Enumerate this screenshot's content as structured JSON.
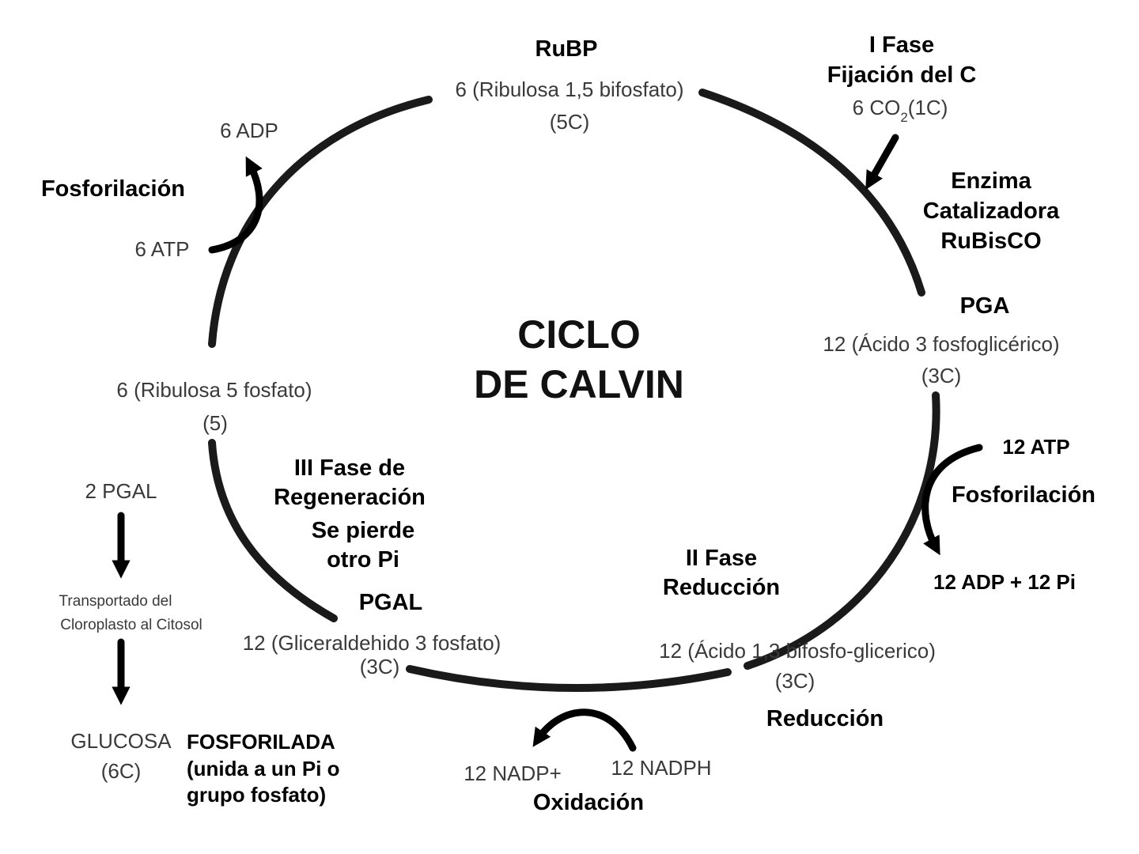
{
  "title": {
    "line1": "CICLO",
    "line2": "DE CALVIN"
  },
  "rubp": {
    "label": "RuBP",
    "name": "6 (Ribulosa 1,5 bifosfato)",
    "carbons": "(5C)"
  },
  "phase1": {
    "line1": "I Fase",
    "line2": "Fijación del C",
    "co2_prefix": "6 CO",
    "co2_sub": "2",
    "co2_suffix": "(1C)"
  },
  "enzyme": {
    "line1": "Enzima",
    "line2": "Catalizadora",
    "line3": "RuBisCO"
  },
  "pga": {
    "label": "PGA",
    "name": "12 (Ácido 3 fosfoglicérico)",
    "carbons": "(3C)"
  },
  "right_phosph": {
    "input": "12 ATP",
    "label": "Fosforilación",
    "output": "12 ADP + 12 Pi"
  },
  "phase2": {
    "line1": "II Fase",
    "line2": "Reducción"
  },
  "bpg": {
    "name": "12 (Ácido 1,3 bifosfo-glicerico)",
    "carbons": "(3C)",
    "label": "Reducción"
  },
  "nadp": {
    "input": "12 NADPH",
    "output": "12 NADP+",
    "label": "Oxidación"
  },
  "pgal": {
    "label": "PGAL",
    "name": "12 (Gliceraldehido 3 fosfato)",
    "carbons": "(3C)"
  },
  "phase3": {
    "line1": "III Fase de",
    "line2": "Regeneración",
    "line3": "Se pierde",
    "line4": "otro Pi"
  },
  "ru5p": {
    "name": "6 (Ribulosa 5 fosfato)",
    "carbons": "(5)"
  },
  "left_phosph": {
    "input": "6 ATP",
    "output": "6 ADP",
    "label": "Fosforilación"
  },
  "export": {
    "start": "2 PGAL",
    "transport_line1": "Transportado del",
    "transport_line2": "Cloroplasto al Citosol",
    "product": "GLUCOSA",
    "product_carbons": "(6C)",
    "note_line1": "FOSFORILADA",
    "note_line2": "(unida a un Pi o",
    "note_line3": "grupo fosfato)"
  },
  "colors": {
    "cycle": "#1a1a1a",
    "text_dark": "#000000",
    "text_light": "#3a3a3a"
  }
}
